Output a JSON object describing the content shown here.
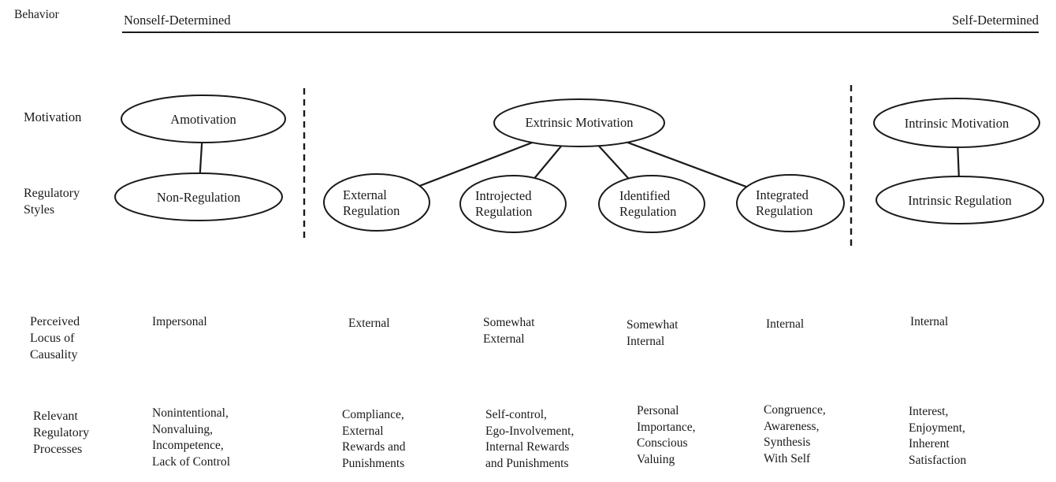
{
  "colors": {
    "ink": "#1a1a1a",
    "background": "#ffffff"
  },
  "behavior_axis": {
    "label": "Behavior",
    "left_end": "Nonself-Determined",
    "right_end": "Self-Determined"
  },
  "row_labels": {
    "motivation": "Motivation",
    "regulatory_styles": [
      "Regulatory",
      "Styles"
    ],
    "locus": [
      "Perceived",
      "Locus of",
      "Causality"
    ],
    "processes": [
      "Relevant",
      "Regulatory",
      "Processes"
    ]
  },
  "motivation_row": {
    "amotivation": "Amotivation",
    "extrinsic": "Extrinsic Motivation",
    "intrinsic": "Intrinsic Motivation"
  },
  "regulatory_row": {
    "non_regulation": "Non-Regulation",
    "external": [
      "External",
      "Regulation"
    ],
    "introjected": [
      "Introjected",
      "Regulation"
    ],
    "identified": [
      "Identified",
      "Regulation"
    ],
    "integrated": [
      "Integrated",
      "Regulation"
    ],
    "intrinsic": "Intrinsic Regulation"
  },
  "locus_row": {
    "impersonal": "Impersonal",
    "external": "External",
    "somewhat_external": [
      "Somewhat",
      "External"
    ],
    "somewhat_internal": [
      "Somewhat",
      "Internal"
    ],
    "internal_integrated": "Internal",
    "internal_intrinsic": "Internal"
  },
  "processes_row": {
    "amotivation": [
      "Nonintentional,",
      "Nonvaluing,",
      "Incompetence,",
      "Lack of Control"
    ],
    "external": [
      "Compliance,",
      "External",
      "Rewards and",
      "Punishments"
    ],
    "introjected": [
      "Self-control,",
      "Ego-Involvement,",
      "Internal Rewards",
      "and Punishments"
    ],
    "identified": [
      "Personal",
      "Importance,",
      "Conscious",
      "Valuing"
    ],
    "integrated": [
      "Congruence,",
      "Awareness,",
      "Synthesis",
      "With Self"
    ],
    "intrinsic": [
      "Interest,",
      "Enjoyment,",
      "Inherent",
      "Satisfaction"
    ]
  }
}
